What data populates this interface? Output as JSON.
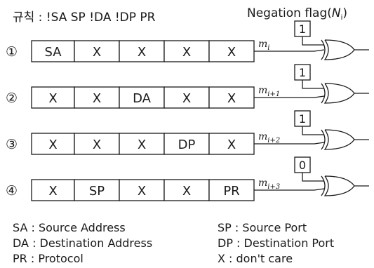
{
  "header": {
    "rule": "규칙 : !SA SP !DA !DP PR",
    "negation_title": "Negation flag(",
    "negation_var": "N",
    "negation_sub": "i",
    "negation_close": ")"
  },
  "rows": [
    {
      "number": "①",
      "cells": [
        "SA",
        "X",
        "X",
        "X",
        "X"
      ],
      "signal": "m",
      "signal_sub": "i",
      "flag": "1"
    },
    {
      "number": "②",
      "cells": [
        "X",
        "X",
        "DA",
        "X",
        "X"
      ],
      "signal": "m",
      "signal_sub": "i+1",
      "flag": "1"
    },
    {
      "number": "③",
      "cells": [
        "X",
        "X",
        "X",
        "DP",
        "X"
      ],
      "signal": "m",
      "signal_sub": "i+2",
      "flag": "1"
    },
    {
      "number": "④",
      "cells": [
        "X",
        "SP",
        "X",
        "X",
        "PR"
      ],
      "signal": "m",
      "signal_sub": "i+3",
      "flag": "0"
    }
  ],
  "legend": {
    "sa": "SA : Source Address",
    "sp": "SP : Source Port",
    "da": "DA : Destination Address",
    "dp": "DP : Destination Port",
    "pr": "PR : Protocol",
    "x": "X : don't care"
  }
}
